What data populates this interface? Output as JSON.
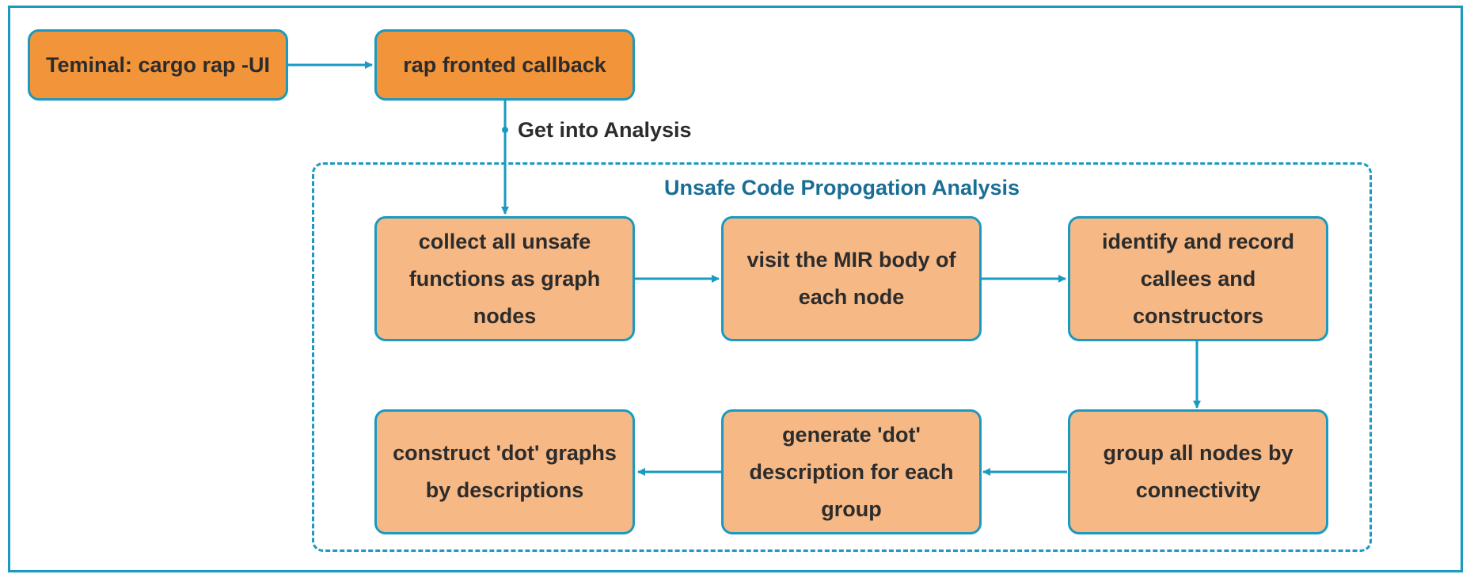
{
  "colors": {
    "accent": "#1a9ac0",
    "group_title": "#1a6e93",
    "node_dark": "#f2943a",
    "node_light": "#f6b885"
  },
  "nodes": {
    "terminal": "Teminal: cargo rap -UI",
    "frontend": "rap fronted callback",
    "collect": "collect all unsafe functions as graph nodes",
    "visit": "visit the MIR body of each node",
    "identify": "identify and record callees and constructors",
    "group_nodes": "group all nodes by connectivity",
    "generate": "generate 'dot' description for each group",
    "construct": "construct 'dot' graphs by descriptions"
  },
  "edge_label": "Get into Analysis",
  "group_title": "Unsafe Code Propogation Analysis"
}
